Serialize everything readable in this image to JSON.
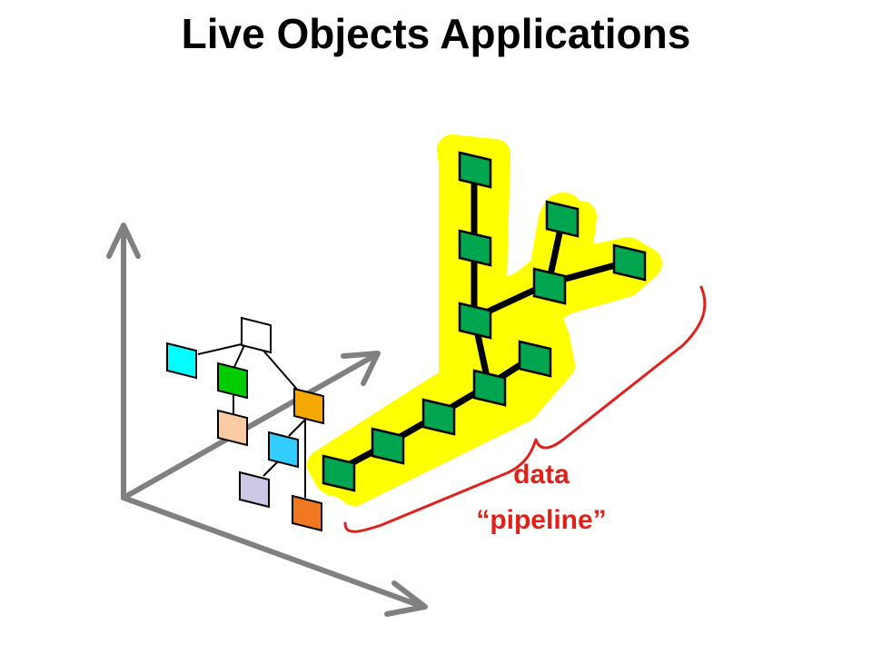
{
  "slide": {
    "title": "Live Objects Applications"
  },
  "annotation": {
    "line1": "data",
    "line2": "“pipeline”"
  },
  "colors": {
    "axis": "#808080",
    "highlight": "#ffff00",
    "pipeline_node": "#00a550",
    "edge": "#000000",
    "annotation": "#e0201b",
    "tree_root": "#ffffff",
    "tree_cyan": "#00ffff",
    "tree_green": "#00cc00",
    "tree_orange": "#f5a800",
    "tree_peach": "#fbcca3",
    "tree_sky": "#33ccff",
    "tree_lavender": "#ccc8e4",
    "tree_dark_orange": "#f07820"
  }
}
